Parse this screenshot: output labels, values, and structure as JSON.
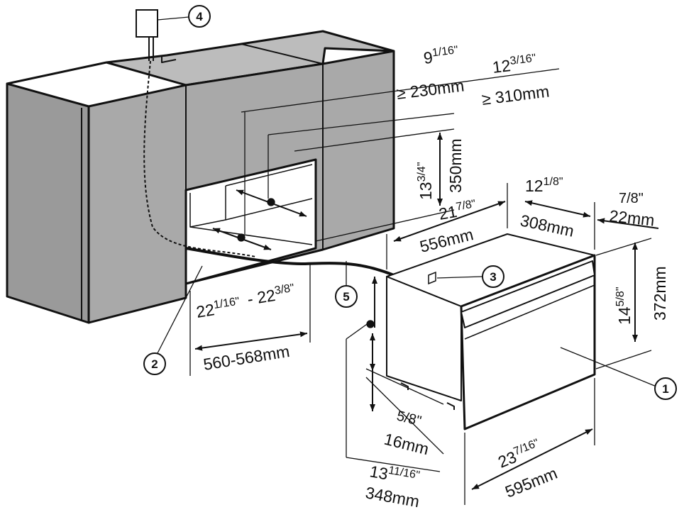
{
  "callouts": {
    "c1": "1",
    "c2": "2",
    "c3": "3",
    "c4": "4",
    "c5": "5"
  },
  "dimensions": {
    "depth_in_9": {
      "whole": "9",
      "frac": "1/16\""
    },
    "depth_mm_230": "≥ 230mm",
    "depth_in_12": {
      "whole": "12",
      "frac": "3/16\""
    },
    "depth_mm_310": "≥ 310mm",
    "height_niche_in": {
      "whole": "13",
      "frac": "3/4\""
    },
    "height_niche_mm": "350mm",
    "appl_depth_in": {
      "whole": "21",
      "frac": "7/8\""
    },
    "appl_depth_mm": "556mm",
    "front_depth_in": {
      "whole": "12",
      "frac": "1/8\""
    },
    "front_depth_mm": "308mm",
    "front_thick_in": "7/8\"",
    "front_thick_mm": "22mm",
    "appl_height_in": {
      "whole": "14",
      "frac": "5/8\""
    },
    "appl_height_mm": "372mm",
    "niche_width_in_a": {
      "whole": "22",
      "frac": "1/16\""
    },
    "niche_width_in_b": {
      "whole": "- 22",
      "frac": "3/8\""
    },
    "niche_width_mm": "560-568mm",
    "foot_in": "5/8\"",
    "foot_mm": "16mm",
    "appl_width_in": {
      "whole": "23",
      "frac": "7/16\""
    },
    "appl_width_mm": "595mm",
    "body_height_in": {
      "whole": "13",
      "frac": "11/16\""
    },
    "body_height_mm": "348mm"
  },
  "colors": {
    "cabinet_gray": "#a9a9a9",
    "line": "#111111",
    "appliance_fill": "#ffffff"
  }
}
